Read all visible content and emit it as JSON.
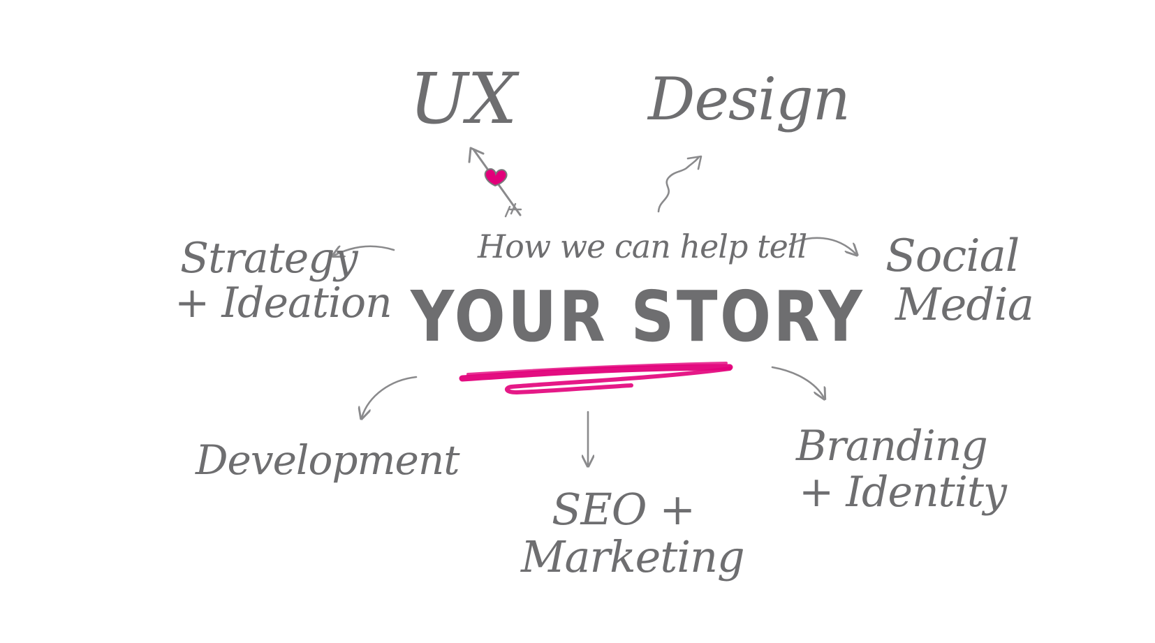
{
  "center": {
    "intro": "How we can help tell",
    "headline": "YOUR STORY"
  },
  "services": {
    "ux": "UX",
    "design": "Design",
    "strategy_line1": "Strategy",
    "strategy_line2": "+ Ideation",
    "social_line1": "Social",
    "social_line2": "Media",
    "development": "Development",
    "seo_line1": "SEO +",
    "seo_line2": "Marketing",
    "branding_line1": "Branding",
    "branding_line2": "+ Identity"
  },
  "colors": {
    "text": "#6e6e70",
    "accent": "#e2007a",
    "arrow": "#8a8a8c",
    "background": "#ffffff"
  },
  "icons": {
    "ux_arrow": "heart-arrow-icon",
    "design_arrow": "squiggle-arrow-icon",
    "strategy_arrow": "curved-arrow-left-icon",
    "social_arrow": "curved-arrow-right-icon",
    "development_arrow": "curved-arrow-down-left-icon",
    "seo_arrow": "straight-arrow-down-icon",
    "branding_arrow": "curved-arrow-down-right-icon",
    "underline": "brush-underline"
  }
}
